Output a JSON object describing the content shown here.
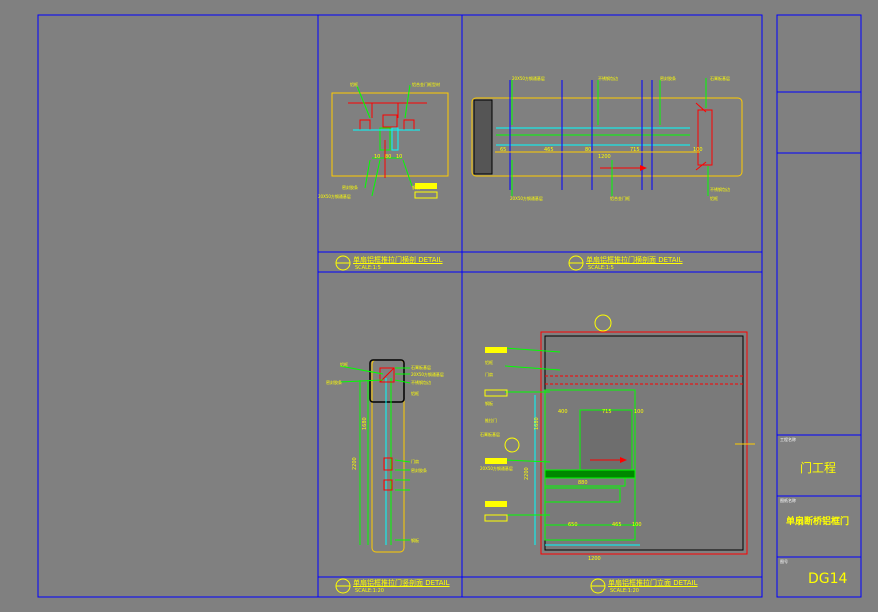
{
  "colors": {
    "background": "#808080",
    "frame": "#0000ff",
    "outline_yellow": "#ffcc00",
    "red": "#ff0000",
    "green": "#00ff00",
    "cyan": "#00ffff",
    "text_yellow": "#ffff00"
  },
  "title_block": {
    "label_1": "工程名称",
    "project_name": "门工程",
    "label_2": "图纸名称",
    "drawing_name": "单扇断桥铝框门",
    "label_3": "图号",
    "drawing_number": "DG14"
  },
  "details": [
    {
      "title": "单扇铝框推拉门横剖 DETAIL",
      "scale": "SCALE:1:5",
      "dims": [
        "10",
        "80",
        "10"
      ],
      "notes": [
        "铝框",
        "铝合金门框型材",
        "密封胶条",
        "20X50方钢通基层",
        "钢板"
      ]
    },
    {
      "title": "单扇铝框推拉门横剖面 DETAIL",
      "scale": "SCALE:1:5",
      "dims": [
        "65",
        "465",
        "80",
        "715",
        "100",
        "1200"
      ],
      "notes": [
        "20X50方钢通基层",
        "不锈钢包边",
        "密封胶条",
        "石膏板基层",
        "20X50方钢通基层",
        "铝合金门框",
        "不锈钢包边",
        "铝框"
      ]
    },
    {
      "title": "单扇铝框推拉门竖剖面 DETAIL",
      "scale": "SCALE:1:20",
      "dims": [
        "2200",
        "1680"
      ],
      "notes": [
        "铝框",
        "密封胶条",
        "石膏板基层",
        "20X50方钢通基层",
        "不锈钢包边",
        "铝框",
        "门扇",
        "密封胶条",
        "钢板"
      ]
    },
    {
      "title": "单扇铝框推拉门立面 DETAIL",
      "scale": "SCALE:1:20",
      "dims": [
        "400",
        "715",
        "100",
        "880",
        "650",
        "465",
        "100",
        "1200",
        "2200",
        "1680"
      ],
      "notes": [
        "铝框",
        "门扇",
        "钢板",
        "推拉门",
        "石膏板基层",
        "20X50方钢通基层"
      ]
    }
  ]
}
